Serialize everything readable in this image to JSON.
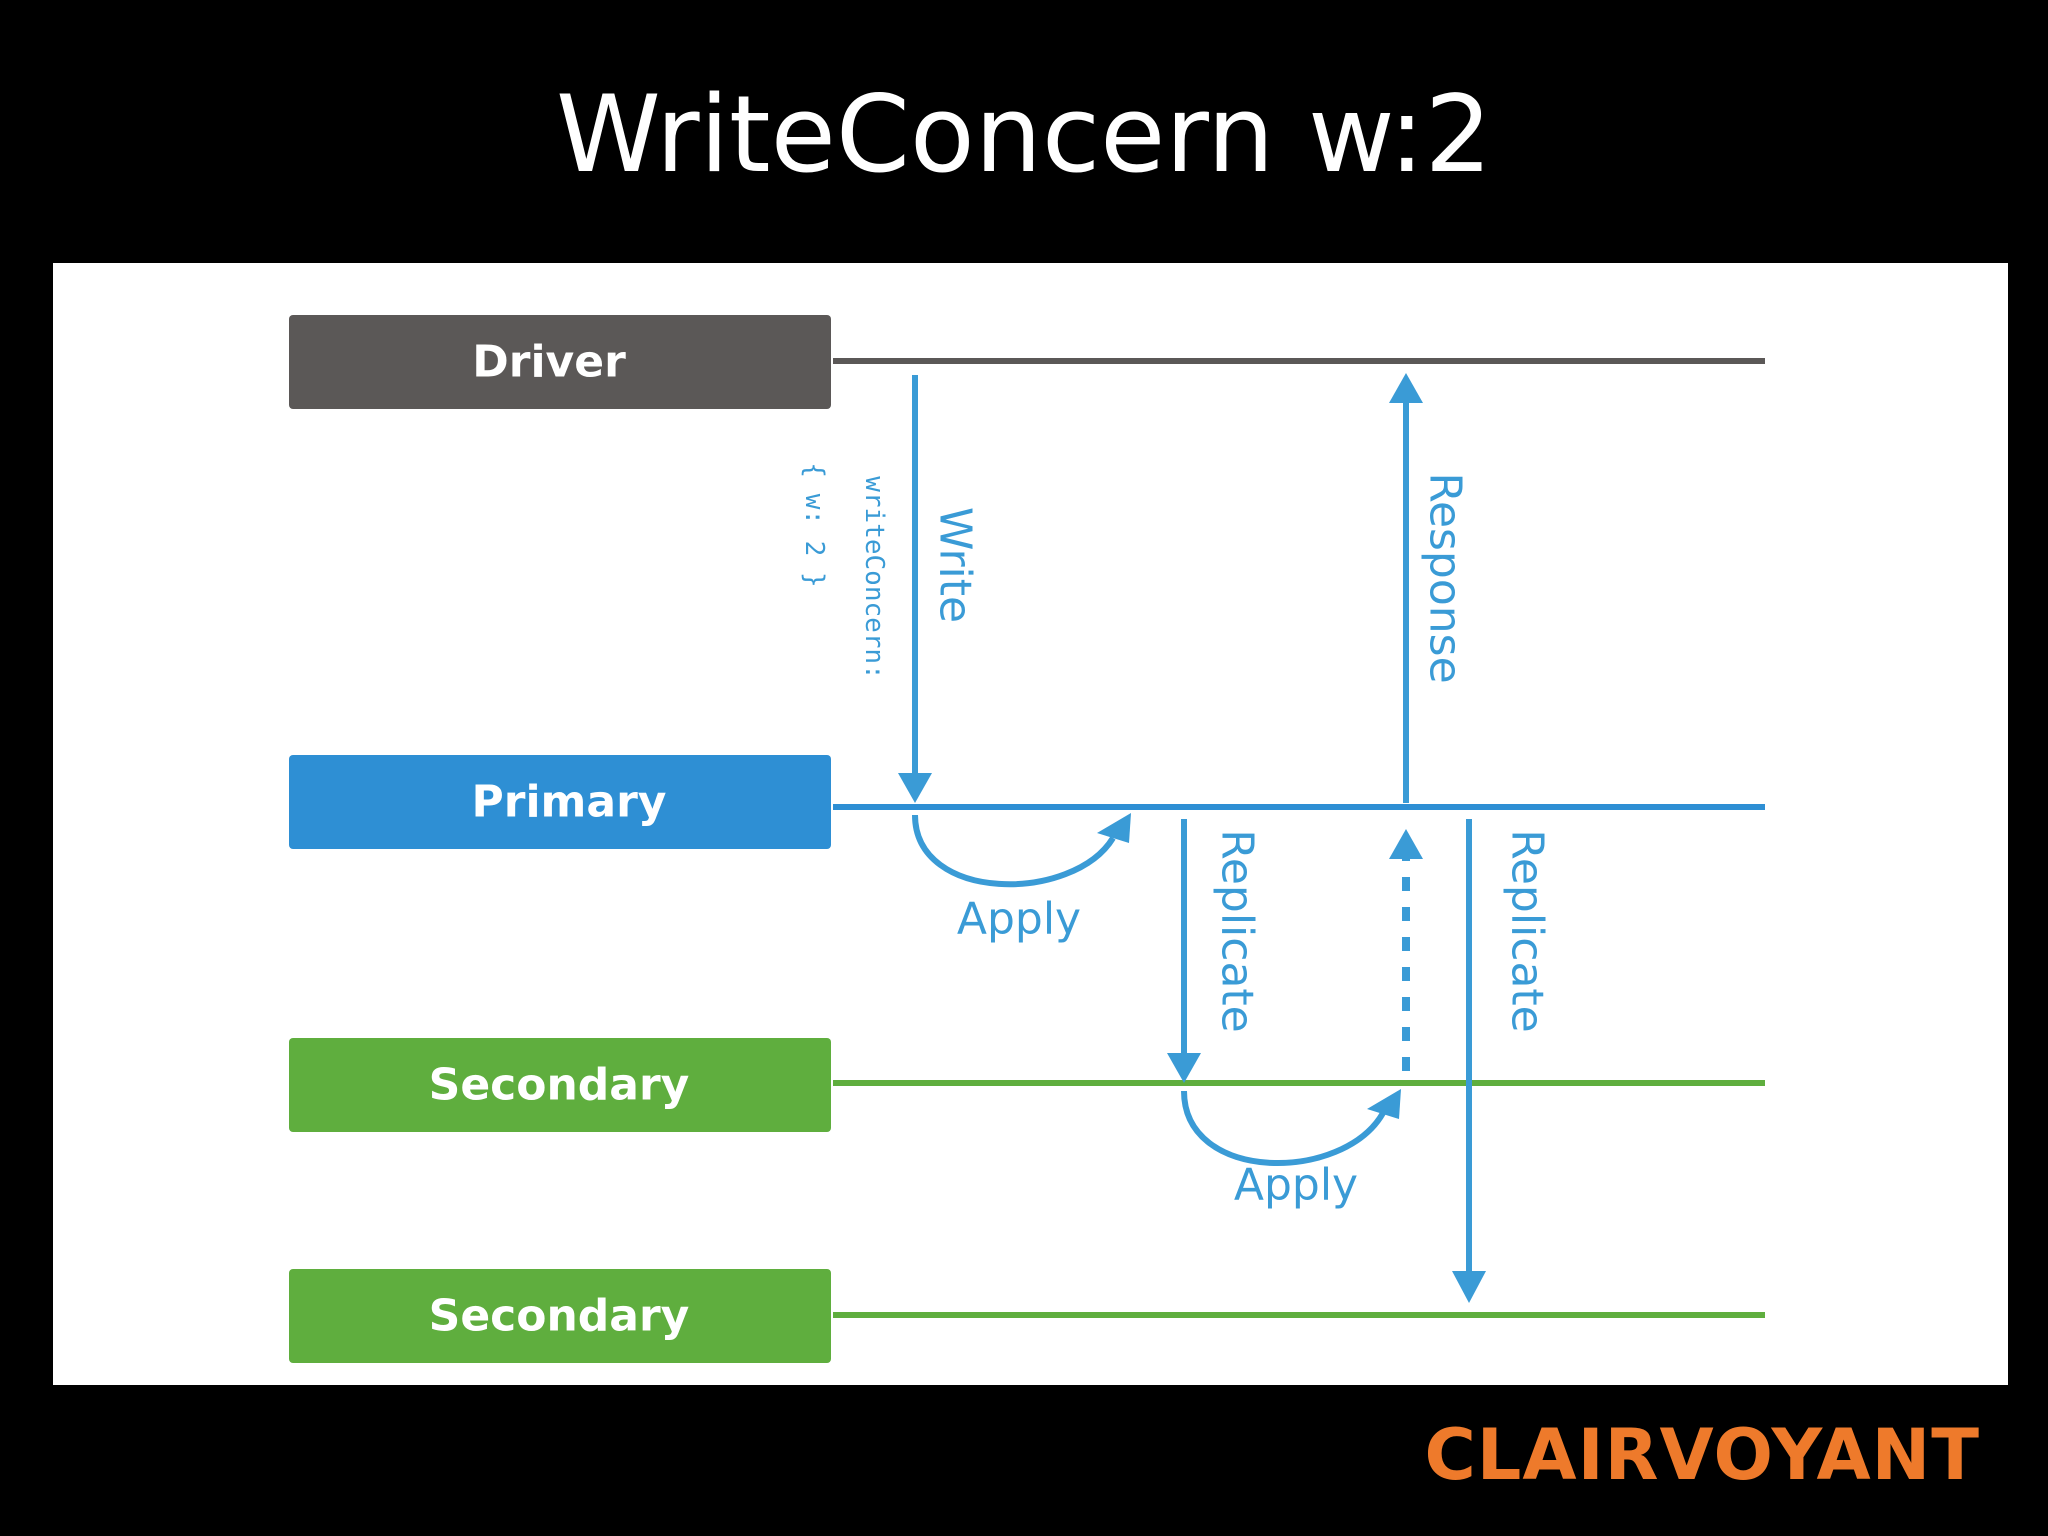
{
  "slide": {
    "title": "WriteConcern w:2",
    "brand": "CLAIRVOYANT"
  },
  "diagram": {
    "nodes": {
      "driver": "Driver",
      "primary": "Primary",
      "secondary_1": "Secondary",
      "secondary_2": "Secondary"
    },
    "arrows": {
      "write_label": "Write",
      "write_concern_label": "writeConcern:",
      "write_concern_value": "{ w: 2 }",
      "response_label": "Response",
      "apply_primary_label": "Apply",
      "replicate_1_label": "Replicate",
      "apply_secondary_label": "Apply",
      "replicate_2_label": "Replicate"
    }
  },
  "colors": {
    "background": "#000000",
    "panel": "#ffffff",
    "driver": "#5b5857",
    "primary": "#2e8fd4",
    "secondary": "#5fae3e",
    "arrow": "#3a9bd6",
    "brand": "#ee7a2b",
    "title": "#ffffff"
  }
}
